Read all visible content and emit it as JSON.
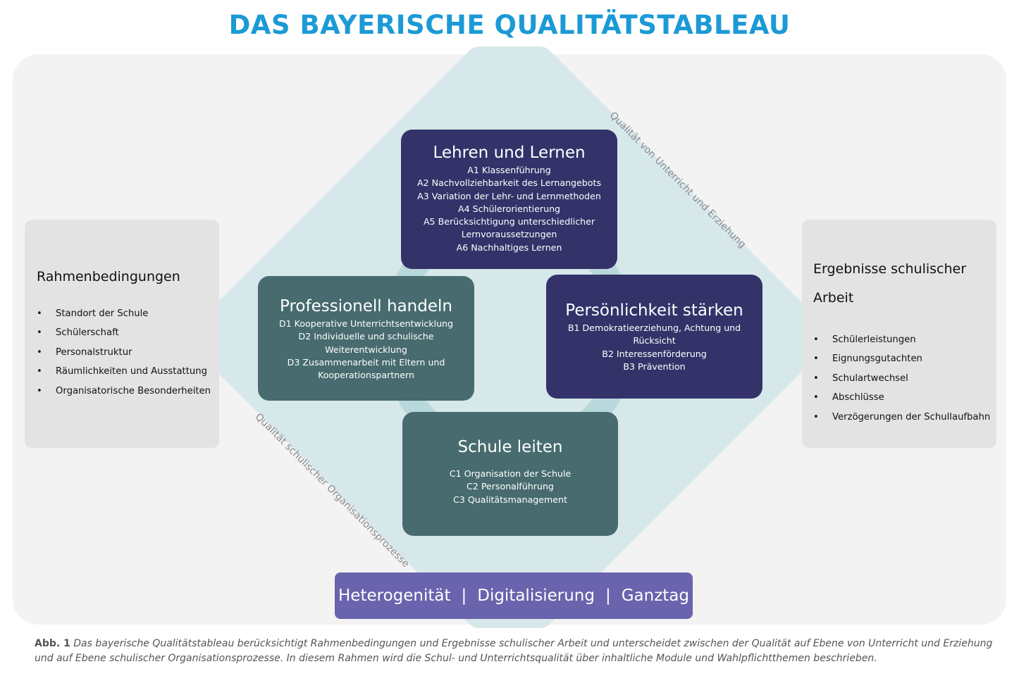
{
  "title": "DAS BAYERISCHE QUALITÄTSTABLEAU",
  "colors": {
    "title": "#1c9ad6",
    "panel": "#f3f3f3",
    "diamond": "#d7e8ea",
    "ring": "#b9d8dc",
    "navy": "#33336a",
    "teal": "#476b6f",
    "side": "#e3e3e3",
    "bar": "#6a63ad"
  },
  "diagonal_labels": {
    "top_right": "Qualität von Unterricht und Erziehung",
    "bottom_left": "Qualität schulischer Organisationsprozesse"
  },
  "boxes": {
    "lehren": {
      "title": "Lehren und Lernen",
      "items": [
        "A1 Klassenführung",
        "A2 Nachvollziehbarkeit des Lernangebots",
        "A3 Variation der Lehr- und Lernmethoden",
        "A4 Schülerorientierung",
        "A5 Berücksichtigung unterschiedlicher",
        "Lernvoraussetzungen",
        "A6 Nachhaltiges Lernen"
      ]
    },
    "professionell": {
      "title": "Professionell handeln",
      "items": [
        "D1 Kooperative Unterrichtsentwicklung",
        "D2 Individuelle und schulische",
        "Weiterentwicklung",
        "D3 Zusammenarbeit mit Eltern und",
        "Kooperationspartnern"
      ]
    },
    "persoenlichkeit": {
      "title": "Persönlichkeit stärken",
      "items": [
        "B1 Demokratieerziehung, Achtung und",
        "Rücksicht",
        "B2 Interessenförderung",
        "B3 Prävention"
      ]
    },
    "schule": {
      "title": "Schule leiten",
      "items": [
        "C1 Organisation der Schule",
        "C2 Personalführung",
        "C3 Qualitätsmanagement"
      ]
    }
  },
  "left_box": {
    "title": "Rahmenbedingungen",
    "bullet": "•",
    "items": [
      "Standort der Schule",
      "Schülerschaft",
      "Personalstruktur",
      "Räumlichkeiten und Ausstattung",
      "Organisatorische Besonderheiten"
    ]
  },
  "right_box": {
    "title_line1": "Ergebnisse schulischer",
    "title_line2": "Arbeit",
    "bullet": "•",
    "items": [
      "Schülerleistungen",
      "Eignungsgutachten",
      "Schulartwechsel",
      "Abschlüsse",
      "Verzögerungen der Schullaufbahn"
    ]
  },
  "bottom_bar": {
    "item1": "Heterogenität",
    "item2": "Digitalisierung",
    "item3": "Ganztag",
    "separator": "|"
  },
  "caption": {
    "label": "Abb. 1",
    "text": "Das bayerische Qualitätstableau berücksichtigt Rahmenbedingungen und Ergebnisse schulischer Arbeit und unterscheidet zwischen der Qualität auf Ebene von Unterricht und Erziehung und auf Ebene schulischer Organisationsprozesse. In diesem Rahmen wird die Schul- und Unterrichtsqualität über inhaltliche Module und Wahlpflichtthemen beschrieben."
  }
}
